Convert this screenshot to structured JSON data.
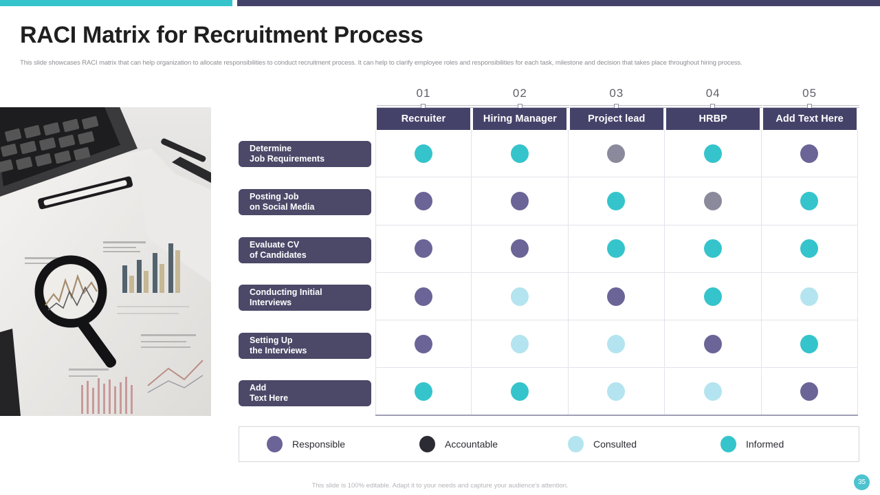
{
  "theme": {
    "accent_teal": "#35c4cb",
    "accent_purple": "#45426a",
    "dot_responsible": "#6b6497",
    "dot_accountable": "#2b2b33",
    "dot_consulted": "#b4e4ef",
    "dot_informed": "#35c4cb",
    "dot_gray": "#8a8a9c"
  },
  "header": {
    "title": "RACI Matrix for Recruitment Process",
    "subtitle": "This slide showcases RACI matrix that can help organization to allocate responsibilities to conduct recruitment process. It can help to clarify employee roles and responsibilities for each task, milestone and decision that takes place throughout hiring process."
  },
  "photo": {
    "alt": "laptop-keyboard-magnifier-financial-charts-photo"
  },
  "matrix": {
    "column_numbers": [
      "01",
      "02",
      "03",
      "04",
      "05"
    ],
    "columns": [
      "Recruiter",
      "Hiring Manager",
      "Project lead",
      "HRBP",
      "Add Text Here"
    ],
    "rows": [
      {
        "label_line1": "Determine",
        "label_line2": "Job Requirements",
        "cells": [
          "informed",
          "informed",
          "gray",
          "informed",
          "responsible"
        ]
      },
      {
        "label_line1": "Posting Job",
        "label_line2": "on Social Media",
        "cells": [
          "responsible",
          "responsible",
          "informed",
          "gray",
          "informed"
        ]
      },
      {
        "label_line1": "Evaluate CV",
        "label_line2": "of Candidates",
        "cells": [
          "responsible",
          "responsible",
          "informed",
          "informed",
          "informed"
        ]
      },
      {
        "label_line1": "Conducting Initial",
        "label_line2": "Interviews",
        "cells": [
          "responsible",
          "consulted",
          "responsible",
          "informed",
          "consulted"
        ]
      },
      {
        "label_line1": "Setting Up",
        "label_line2": "the Interviews",
        "cells": [
          "responsible",
          "consulted",
          "consulted",
          "responsible",
          "informed"
        ]
      },
      {
        "label_line1": "Add",
        "label_line2": "Text Here",
        "cells": [
          "informed",
          "informed",
          "consulted",
          "consulted",
          "responsible"
        ]
      }
    ]
  },
  "legend": [
    {
      "key": "responsible",
      "label": "Responsible",
      "color": "#6b6497"
    },
    {
      "key": "accountable",
      "label": "Accountable",
      "color": "#2b2b33"
    },
    {
      "key": "consulted",
      "label": "Consulted",
      "color": "#b4e4ef"
    },
    {
      "key": "informed",
      "label": "Informed",
      "color": "#35c4cb"
    }
  ],
  "footer": {
    "note": "This slide is 100% editable.  Adapt it to your needs and capture your audience's attention.",
    "page_number": "35"
  }
}
